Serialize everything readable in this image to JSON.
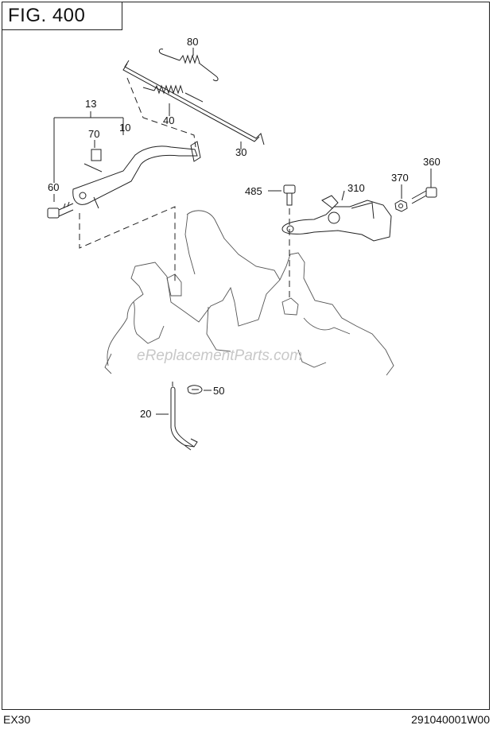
{
  "figure": {
    "title": "FIG. 400"
  },
  "callouts": [
    {
      "id": "80",
      "label": "80"
    },
    {
      "id": "13",
      "label": "13"
    },
    {
      "id": "70",
      "label": "70"
    },
    {
      "id": "10",
      "label": "10"
    },
    {
      "id": "40",
      "label": "40"
    },
    {
      "id": "30",
      "label": "30"
    },
    {
      "id": "60",
      "label": "60"
    },
    {
      "id": "485",
      "label": "485"
    },
    {
      "id": "310",
      "label": "310"
    },
    {
      "id": "370",
      "label": "370"
    },
    {
      "id": "360",
      "label": "360"
    },
    {
      "id": "50",
      "label": "50"
    },
    {
      "id": "20",
      "label": "20"
    }
  ],
  "watermark": "eReplacementParts.com",
  "footer": {
    "model": "EX30",
    "code": "291040001W00"
  }
}
